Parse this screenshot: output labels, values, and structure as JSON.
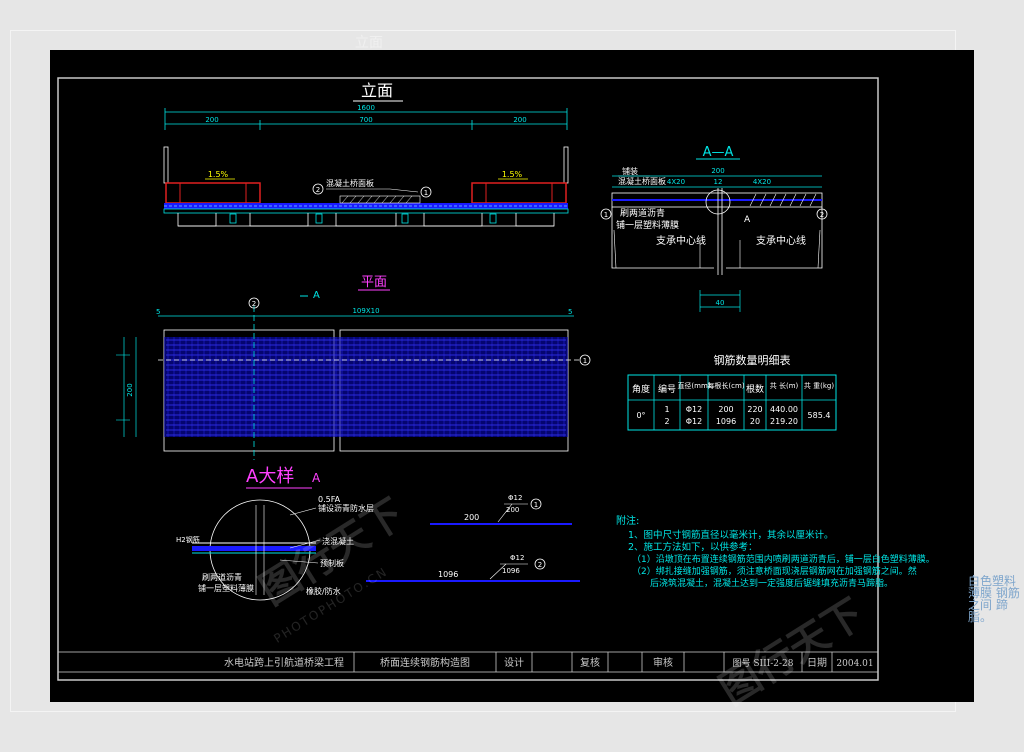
{
  "ghost_title": "立面",
  "elevation": {
    "title": "立面",
    "total": "1600",
    "dims": [
      "200",
      "700",
      "200"
    ],
    "slope_left": "1.5%",
    "slope_right": "1.5%",
    "callout": "混凝土桥面板",
    "mark1": "1",
    "mark2": "2"
  },
  "section_aa": {
    "title": "A—A",
    "note_top": "铺装",
    "note_top2": "混凝土桥面板",
    "total": "200",
    "left": "4X20",
    "mid": "12",
    "right": "4X20",
    "lbl_paint": "刷两道沥青",
    "lbl_film": "铺一层塑料薄膜",
    "lbl_a": "A",
    "lbl_left_axis": "支承中心线",
    "lbl_right_axis": "支承中心线",
    "bottom": "40",
    "mark1": "1",
    "mark2": "2"
  },
  "plan": {
    "title": "平面",
    "section_mark": "A",
    "total": "109X10",
    "left_end": "5",
    "right_end": "5",
    "height": "200",
    "mark1": "1",
    "mark2": "2"
  },
  "rebar_table": {
    "title": "钢筋数量明细表",
    "headers": [
      "角度",
      "编号",
      "直径(mm)",
      "每根长(cm)",
      "根数",
      "共 长(m)",
      "共 重(kg)"
    ],
    "rows": [
      [
        "0°",
        "1",
        "Φ12",
        "200",
        "220",
        "440.00",
        "585.4"
      ],
      [
        "",
        "2",
        "Φ12",
        "1096",
        "20",
        "219.20",
        ""
      ]
    ]
  },
  "detail": {
    "title": "A大样",
    "title_suffix": "A",
    "labels": [
      "0.5FA",
      "铺设沥青防水层",
      "浇混凝土",
      "预制板",
      "刷两道沥青",
      "铺一层塑料薄膜",
      "橡胶/防水",
      "H2钢筋"
    ],
    "bar1_dim": "200",
    "bar1_dia": "Φ12",
    "bar1_len": "200",
    "bar1_mark": "1",
    "bar2_dim": "1096",
    "bar2_dia": "Φ12",
    "bar2_len": "1096",
    "bar2_mark": "2"
  },
  "notes": {
    "title": "附注:",
    "lines": [
      "1、图中尺寸钢筋直径以毫米计，其余以厘米计。",
      "2、施工方法如下，以供参考：",
      "（1）沿墩顶在布置连续钢筋范围内喷刷两道沥青后，铺一层白色塑料薄膜。",
      "（2）绑扎接缝加强钢筋，须注意桥面现浇层钢筋网在加强钢筋之间。然",
      "后浇筑混凝土，混凝土达到一定强度后锯缝填充沥青马蹄脂。"
    ]
  },
  "title_block": {
    "project": "水电站跨上引航道桥梁工程",
    "drawing": "桥面连续钢筋构造图",
    "design": "设计",
    "review": "复核",
    "audit": "审核",
    "number": "图号 SIII-2-28",
    "date_label": "日期",
    "date": "2004.01"
  },
  "watermark": {
    "brand": "图行天下",
    "url": "PHOTOPHOTO.CN"
  },
  "outside_text": "白色塑料薄膜 钢筋之间 蹄脂。",
  "colors": {
    "sheet": "#000000",
    "frame": "#c8c8c8",
    "cyan": "#00e5e5",
    "blue": "#1a1aff",
    "red": "#e02020",
    "yellow": "#ffff00",
    "magenta": "#ff40ff",
    "white": "#ffffff"
  }
}
